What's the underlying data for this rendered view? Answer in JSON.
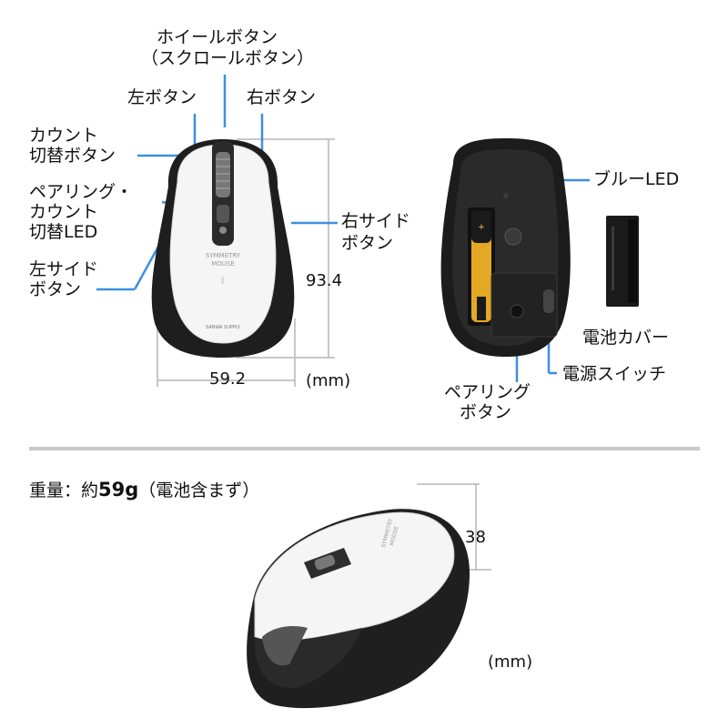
{
  "labels": {
    "wheel_button_line1": "ホイールボタン",
    "wheel_button_line2": "（スクロールボタン）",
    "left_button": "左ボタン",
    "right_button": "右ボタン",
    "count_switch_button_line1": "カウント",
    "count_switch_button_line2": "切替ボタン",
    "pairing_led_line1": "ペアリング・",
    "pairing_led_line2": "カウント",
    "pairing_led_line3": "切替LED",
    "left_side_button_line1": "左サイド",
    "left_side_button_line2": "ボタン",
    "right_side_button_line1": "右サイド",
    "right_side_button_line2": "ボタン",
    "blue_led": "ブルーLED",
    "battery_cover": "電池カバー",
    "power_switch": "電源スイッチ",
    "pairing_button_line1": "ペアリング",
    "pairing_button_line2": "ボタン"
  },
  "dimensions": {
    "height": "93.4",
    "width": "59.2",
    "depth": "38",
    "unit_top": "(mm)",
    "unit_bottom": "(mm)"
  },
  "weight": {
    "prefix": "重量：約",
    "value": "59g",
    "suffix": "（電池含まず）"
  },
  "device_text": {
    "top_brand_line1": "SYMMETRY",
    "top_brand_line2": "MOUSE",
    "top_footer": "SANWA SUPPLY",
    "side_brand_line1": "SYMMETRY",
    "side_brand_line2": "MOUSE"
  },
  "colors": {
    "callout_line": "#3d8fe0",
    "dimension_line": "#b5b5b5",
    "mouse_body": "#f4f4f4",
    "mouse_dark": "#1e1e1e"
  }
}
